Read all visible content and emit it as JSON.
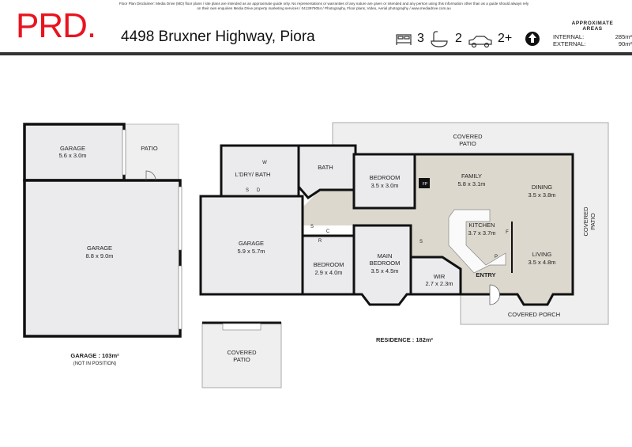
{
  "brand": {
    "logo": "PRD.",
    "color": "#e8141f"
  },
  "disclaimer": {
    "label": "Floor Plan Disclaimer:",
    "text": "Media Drive (MD) floor plans / site plans are intended as an approximate guide only.  No representations or warranties of any nature are given or intended and any person using this information other than as a guide should always rely on their own enquiries Media Drive property marketing services / 0413979054 / Photography, Floor plans,  Video, Aerial photography / www.mediadrive.com.au"
  },
  "header": {
    "address": "4498 Bruxner Highway, Piora"
  },
  "stats": {
    "bedrooms": "3",
    "bathrooms": "2",
    "parking": "2+",
    "icons": [
      "bed-icon",
      "bath-icon",
      "car-icon",
      "north-arrow-icon"
    ]
  },
  "areas": {
    "heading1": "APPROXIMATE",
    "heading2": "AREAS",
    "internal_label": "INTERNAL:",
    "internal": "285m²",
    "external_label": "EXTERNAL:",
    "external": "90m²"
  },
  "rooms": {
    "garage_small": {
      "name": "GARAGE",
      "size": "5.6 x 3.0m"
    },
    "patio": {
      "name": "PATIO"
    },
    "garage_large": {
      "name": "GARAGE",
      "size": "8.8 x 9.0m"
    },
    "garage_total": "GARAGE : 103m²",
    "garage_note": "(NOT IN POSITION)",
    "covered_patio_detached": [
      "COVERED",
      "PATIO"
    ],
    "laundry": {
      "name": "L'DRY/ BATH"
    },
    "bath": {
      "name": "BATH"
    },
    "bedroom1": {
      "name": "BEDROOM",
      "size": "3.5 x 3.0m"
    },
    "garage_res": {
      "name": "GARAGE",
      "size": "5.9 x 5.7m"
    },
    "bedroom2": {
      "name": "BEDROOM",
      "size": "2.9 x 4.0m"
    },
    "main_bedroom": {
      "name1": "MAIN",
      "name2": "BEDROOM",
      "size": "3.5 x 4.5m"
    },
    "wir": {
      "name": "WIR",
      "size": "2.7 x 2.3m"
    },
    "family": {
      "name": "FAMILY",
      "size": "5.8 x 3.1m"
    },
    "dining": {
      "name": "DINING",
      "size": "3.5 x 3.8m"
    },
    "kitchen": {
      "name": "KITCHEN",
      "size": "3.7 x 3.7m"
    },
    "living": {
      "name": "LIVING",
      "size": "3.5 x 4.8m"
    },
    "entry": {
      "name": "ENTRY"
    },
    "covered_patio_top": [
      "COVERED",
      "PATIO"
    ],
    "covered_patio_right": [
      "COVERED",
      "PATIO"
    ],
    "covered_porch": "COVERED PORCH",
    "fixtures": {
      "w": "W",
      "s": "S",
      "d": "D",
      "c": "C",
      "r": "R",
      "fp": "FP",
      "f": "F",
      "p": "P"
    },
    "residence_total": "RESIDENCE : 182m²"
  }
}
